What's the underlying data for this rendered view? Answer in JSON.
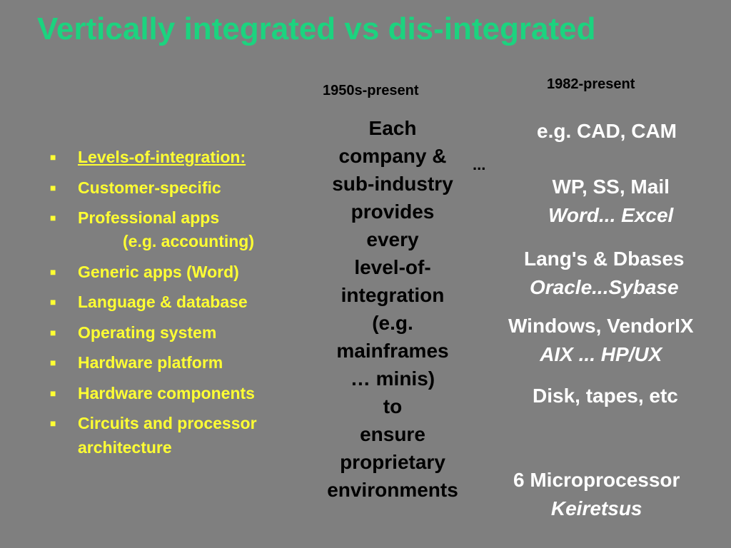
{
  "title": "Vertically integrated vs dis-integrated",
  "eras": {
    "left": "1950s-present",
    "right": "1982-present"
  },
  "levels": [
    {
      "text": "Levels-of-integration:"
    },
    {
      "text": "Customer-specific"
    },
    {
      "text": "Professional apps",
      "sub": "(e.g. accounting)"
    },
    {
      "text": "Generic apps (Word)"
    },
    {
      "text": "Language & database"
    },
    {
      "text": "Operating system"
    },
    {
      "text": "Hardware platform"
    },
    {
      "text": "Hardware components"
    },
    {
      "text": "Circuits and processor",
      "sub2": "architecture"
    }
  ],
  "bullet_glyph": "■",
  "middle_lines": [
    "Each",
    "company &",
    "sub-industry",
    "provides",
    "every",
    "level-of-",
    "integration",
    "(e.g.",
    "mainframes",
    "… minis)",
    "to",
    "ensure",
    "proprietary",
    "environments"
  ],
  "ellipsis": "...",
  "right": {
    "cad": "e.g. CAD, CAM",
    "wp_plain": "WP, SS, Mail",
    "wp_italic": "Word... Excel",
    "lang_plain": "Lang's & Dbases",
    "lang_italic": "Oracle...Sybase",
    "os_plain": "Windows, VendorIX",
    "os_italic": "AIX ... HP/UX",
    "disk": "Disk, tapes, etc",
    "micro_plain": "6 Microprocessor",
    "micro_italic": "Keiretsus"
  },
  "colors": {
    "background": "#7f7f7f",
    "title": "#1cd37f",
    "list": "#ffff33",
    "middle": "#000000",
    "right": "#ffffff"
  }
}
